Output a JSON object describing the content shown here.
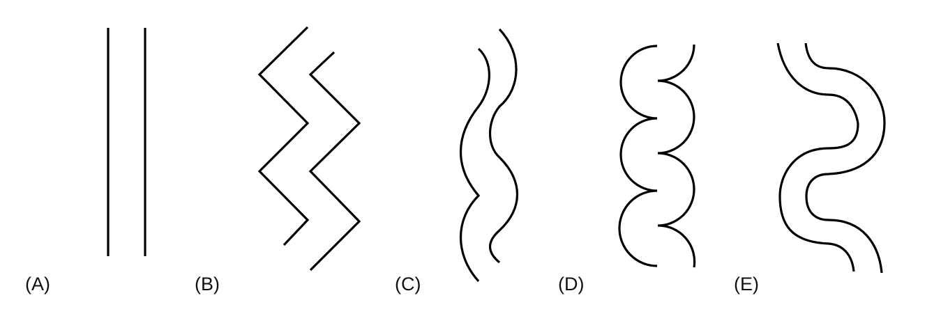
{
  "style": {
    "stroke_color": "#000000",
    "label_color": "#111111",
    "background": "#ffffff"
  },
  "panels": [
    {
      "label": "(A)",
      "shape": "straight-parallel-lines"
    },
    {
      "label": "(B)",
      "shape": "zigzag-parallel-lines"
    },
    {
      "label": "(C)",
      "shape": "wavy-parallel-lines"
    },
    {
      "label": "(D)",
      "shape": "scalloped-semicircle-lines"
    },
    {
      "label": "(E)",
      "shape": "s-curve-parallel-lines"
    }
  ]
}
